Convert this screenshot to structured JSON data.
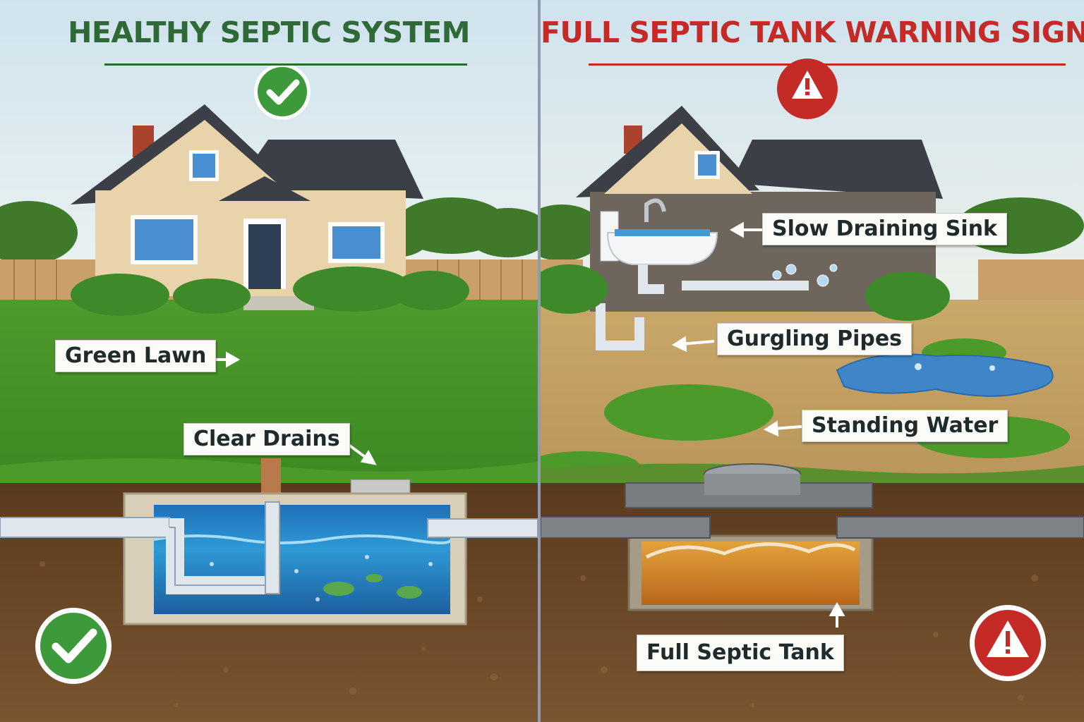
{
  "left_panel": {
    "title": "HEALTHY SEPTIC SYSTEM",
    "labels": {
      "green_lawn": "Green Lawn",
      "clear_drains": "Clear Drains"
    }
  },
  "right_panel": {
    "title": "FULL SEPTIC TANK WARNING SIGNS",
    "labels": {
      "slow_draining_sink": "Slow Draining Sink",
      "gurgling_pipes": "Gurgling Pipes",
      "standing_water": "Standing Water",
      "full_septic_tank": "Full Septic Tank"
    }
  },
  "icons": {
    "healthy": "check-circle-icon",
    "warning": "warning-triangle-icon"
  },
  "colors": {
    "healthy_accent": "#2d6a35",
    "warning_accent": "#c42a26",
    "clean_water": "#2b8fd0",
    "sewage": "#c97a1a"
  }
}
